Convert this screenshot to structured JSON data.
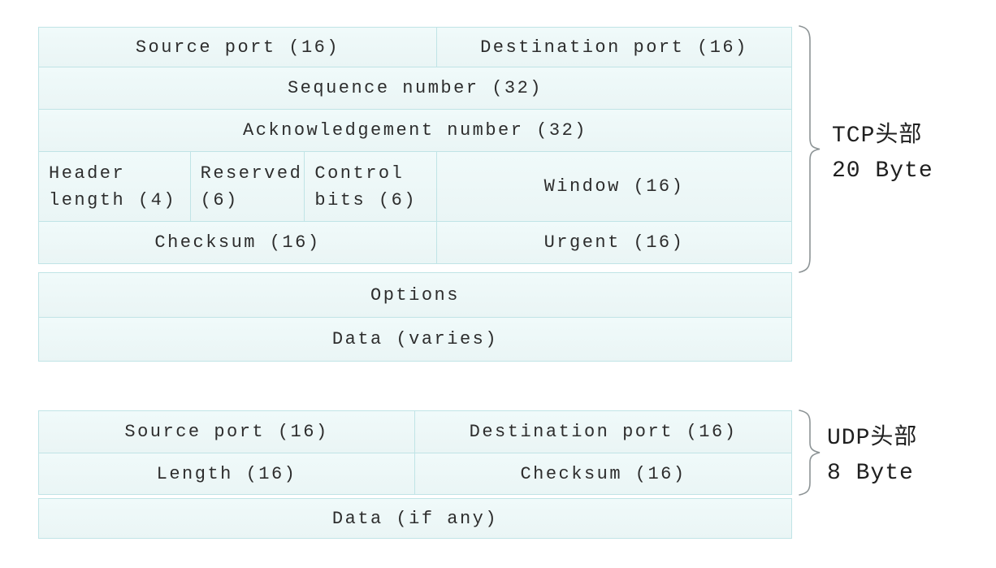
{
  "colors": {
    "page_bg": "#ffffff",
    "cell_fill": "#edf7f7",
    "cell_border": "#c0e4e6",
    "text": "#2d2d2d",
    "brace": "#8d9496",
    "label_text": "#1f1f1f"
  },
  "tcp": {
    "brace_label": {
      "line1": "TCP头部",
      "line2": "20 Byte"
    },
    "cells": {
      "source_port": "Source port (16)",
      "destination_port": "Destination port (16)",
      "sequence_number": "Sequence number (32)",
      "acknowledgement_number": "Acknowledgement number (32)",
      "header_length": "Header\nlength (4)",
      "reserved": "Reserved\n(6)",
      "control_bits": "Control\nbits (6)",
      "window": "Window (16)",
      "checksum": "Checksum (16)",
      "urgent": "Urgent (16)",
      "options": "Options",
      "data": "Data (varies)"
    }
  },
  "udp": {
    "brace_label": {
      "line1": "UDP头部",
      "line2": "8 Byte"
    },
    "cells": {
      "source_port": "Source port (16)",
      "destination_port": "Destination port (16)",
      "length": "Length (16)",
      "checksum": "Checksum (16)",
      "data": "Data (if any)"
    }
  }
}
